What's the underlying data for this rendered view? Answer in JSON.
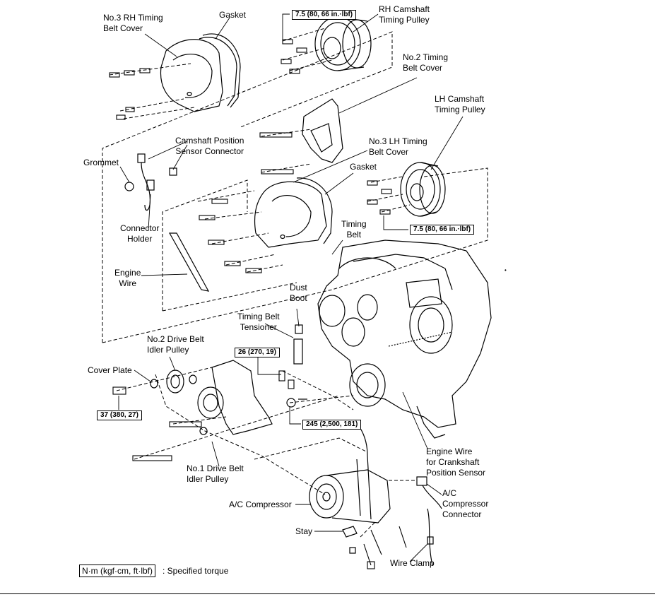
{
  "labels": {
    "no3_rh_cover": "No.3 RH Timing\nBelt Cover",
    "gasket_top": "Gasket",
    "rh_cam_pulley": "RH Camshaft\nTiming Pulley",
    "no2_cover": "No.2 Timing\nBelt Cover",
    "lh_cam_pulley": "LH Camshaft\nTiming Pulley",
    "cam_sensor_conn": "Camshaft Position\nSensor Connector",
    "no3_lh_cover": "No.3 LH Timing\nBelt Cover",
    "gasket_mid": "Gasket",
    "grommet": "Grommet",
    "connector_holder": "Connector\nHolder",
    "timing_belt": "Timing\nBelt",
    "engine_wire": "Engine\nWire",
    "dust_boot": "Dust\nBoot",
    "tensioner": "Timing Belt\nTensioner",
    "no2_idler": "No.2 Drive Belt\nIdler Pulley",
    "cover_plate": "Cover Plate",
    "no1_idler": "No.1 Drive Belt\nIdler Pulley",
    "engine_wire_crank": "Engine Wire\nfor Crankshaft\nPosition Sensor",
    "ac_compressor": "A/C Compressor",
    "ac_conn": "A/C\nCompressor\nConnector",
    "stay": "Stay",
    "wire_clamp": "Wire Clamp"
  },
  "torques": {
    "rh_cam": "7.5 (80, 66 in.·lbf)",
    "lh_cam": "7.5 (80, 66 in.·lbf)",
    "tensioner": "26 (270, 19)",
    "crank": "245 (2,500, 181)",
    "idler": "37 (380, 27)"
  },
  "legend": {
    "unit": "N·m (kgf·cm, ft·lbf)",
    "text": ": Specified torque"
  }
}
